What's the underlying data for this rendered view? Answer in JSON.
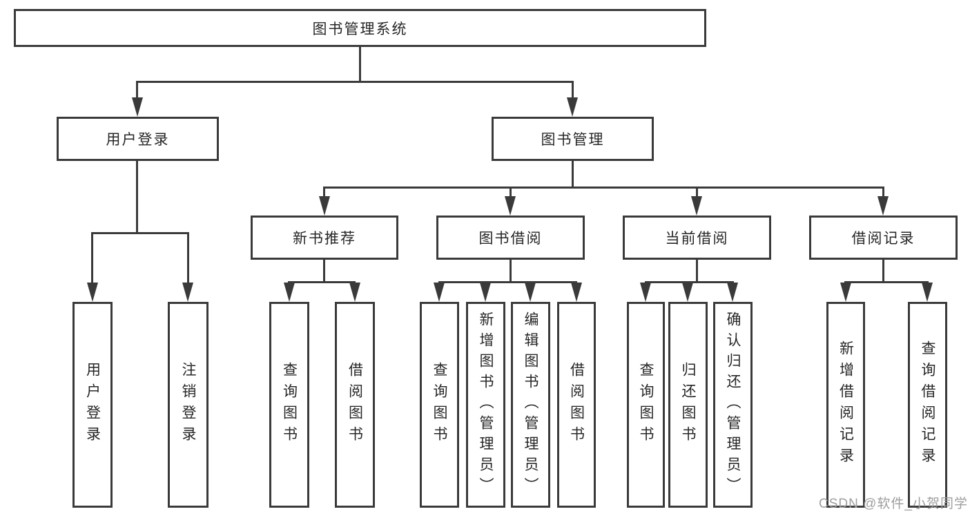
{
  "tree": {
    "label": "图书管理系统",
    "children": [
      {
        "label": "用户登录",
        "children": [
          {
            "label": "用户登录"
          },
          {
            "label": "注销登录"
          }
        ]
      },
      {
        "label": "图书管理",
        "children": [
          {
            "label": "新书推荐",
            "children": [
              {
                "label": "查询图书"
              },
              {
                "label": "借阅图书"
              }
            ]
          },
          {
            "label": "图书借阅",
            "children": [
              {
                "label": "查询图书"
              },
              {
                "label": "新增图书（管理员）"
              },
              {
                "label": "编辑图书（管理员）"
              },
              {
                "label": "借阅图书"
              }
            ]
          },
          {
            "label": "当前借阅",
            "children": [
              {
                "label": "查询图书"
              },
              {
                "label": "归还图书"
              },
              {
                "label": "确认归还（管理员）"
              }
            ]
          },
          {
            "label": "借阅记录",
            "children": [
              {
                "label": "新增借阅记录"
              },
              {
                "label": "查询借阅记录"
              }
            ]
          }
        ]
      }
    ]
  },
  "watermark": {
    "text": "CSDN @软件_小贺同学"
  },
  "colors": {
    "line": "#3a3a3a",
    "box_border": "#3a3a3a",
    "text": "#262626",
    "watermark": "#9e9e9e",
    "background": "#ffffff"
  }
}
